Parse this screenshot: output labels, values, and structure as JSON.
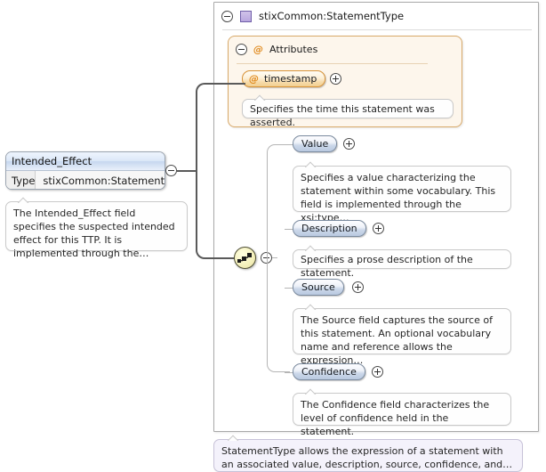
{
  "diagram": {
    "kind": "xml-schema-diagram",
    "element": {
      "name": "Intended_Effect",
      "type_label": "Type",
      "type_value": "stixCommon:StatementType",
      "annotation": "The Intended_Effect field specifies the suspected intended effect for this TTP. It is implemented through the…"
    },
    "type_container": {
      "title": "stixCommon:StatementType",
      "type_icon": "complex-type-icon",
      "collapse_icon": "minus-toggle-icon",
      "footer_annotation": "StatementType allows the expression of a statement with an associated value, description, source, confidence, and…"
    },
    "attributes_panel": {
      "title": "Attributes",
      "at_glyph": "@",
      "collapse_icon": "minus-toggle-icon",
      "items": [
        {
          "name": "timestamp",
          "at_glyph": "@",
          "expand_icon": "plus-toggle-icon",
          "annotation": "Specifies the time this statement was asserted."
        }
      ]
    },
    "sequence": {
      "icon": "sequence-model-group-icon",
      "collapse_icon": "minus-toggle-icon",
      "children": [
        {
          "name": "Value",
          "expand_icon": "plus-toggle-icon",
          "annotation": "Specifies a value characterizing the statement within some vocabulary. This field is implemented through the xsi:type…"
        },
        {
          "name": "Description",
          "expand_icon": "plus-toggle-icon",
          "annotation": "Specifies a prose description of the statement."
        },
        {
          "name": "Source",
          "expand_icon": "plus-toggle-icon",
          "annotation": "The Source field captures the source of this statement. An optional vocabulary name and reference allows the expression…"
        },
        {
          "name": "Confidence",
          "expand_icon": "plus-toggle-icon",
          "annotation": "The Confidence field characterizes the level of confidence held in the statement."
        }
      ]
    },
    "colors": {
      "attribute_accent": "#e08a1e",
      "element_accent": "#b9c9e0",
      "type_icon": "#b9a7df",
      "sequence_icon": "#f4f0bc",
      "wire": "#5a5a5a"
    }
  }
}
